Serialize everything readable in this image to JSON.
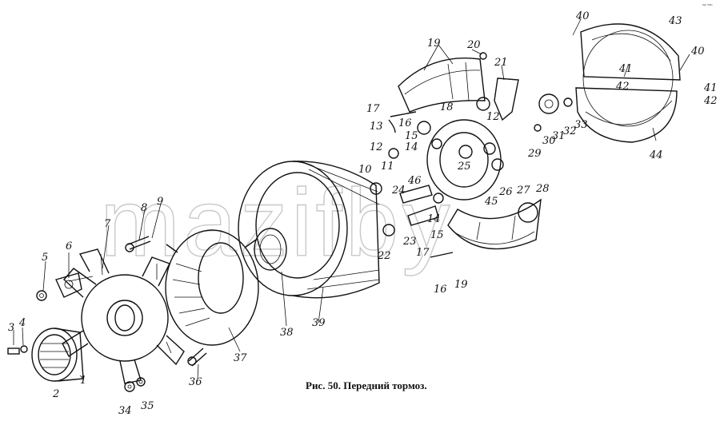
{
  "caption": "Рис. 50. Передний тормоз.",
  "watermark": "mazifby",
  "corner_mark": "ᵃᵍᶦ ᵐᵃᵒ",
  "labels": [
    "1",
    "2",
    "3",
    "4",
    "5",
    "6",
    "7",
    "8",
    "9",
    "10",
    "11",
    "12",
    "12",
    "13",
    "14",
    "14",
    "15",
    "15",
    "16",
    "16",
    "17",
    "17",
    "18",
    "19",
    "19",
    "20",
    "21",
    "22",
    "23",
    "24",
    "25",
    "26",
    "27",
    "28",
    "29",
    "30",
    "31",
    "32",
    "33",
    "34",
    "35",
    "36",
    "37",
    "38",
    "39",
    "40",
    "40",
    "41",
    "41",
    "42",
    "42",
    "43",
    "44",
    "45",
    "46"
  ]
}
